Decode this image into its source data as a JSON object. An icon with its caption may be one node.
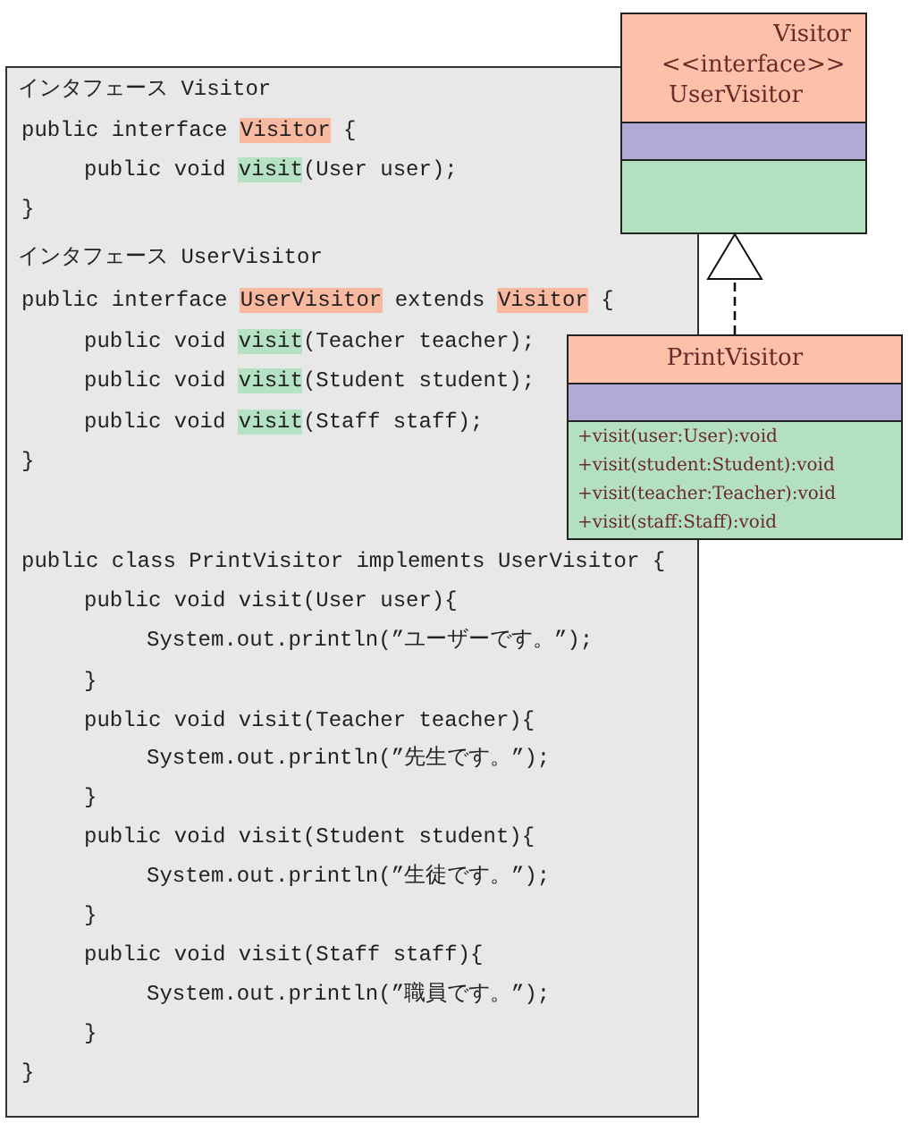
{
  "diagram": {
    "nodes": [
      {
        "text": [
          "インタフェース Visitor",
          "public interface Visitor {",
          "public void visit(User user);",
          "}",
          "インタフェース UserVisitor",
          "public interface UserVisitor extends Visitor {",
          "public void visit(Teacher teacher);",
          "public void visit(Student student);",
          "public void visit(Staff staff);",
          "}",
          "public class PrintVisitor implements UserVisitor {",
          "public void visit(User user){",
          "System.out.println(”ユーザーです。”);",
          "}",
          "public void visit(Teacher teacher){",
          "System.out.println(”先生です。”);",
          "}",
          "public void visit(Student student){",
          "System.out.println(”生徒です。”);",
          "}",
          "public void visit(Staff staff){",
          "System.out.println(”職員です。”);",
          "}",
          "}"
        ]
      },
      {
        "text": [
          "Visitor",
          "<<interface>>",
          "UserVisitor"
        ]
      },
      {
        "text": [
          "PrintVisitor",
          "+visit(user:User):void",
          "+visit(student:Student):void",
          "+visit(teacher:Teacher):void",
          "+visit(staff:Staff):void"
        ]
      }
    ],
    "edges": [
      {
        "from": 2,
        "to": 1,
        "arrow": "to",
        "style": "dashed"
      }
    ]
  }
}
